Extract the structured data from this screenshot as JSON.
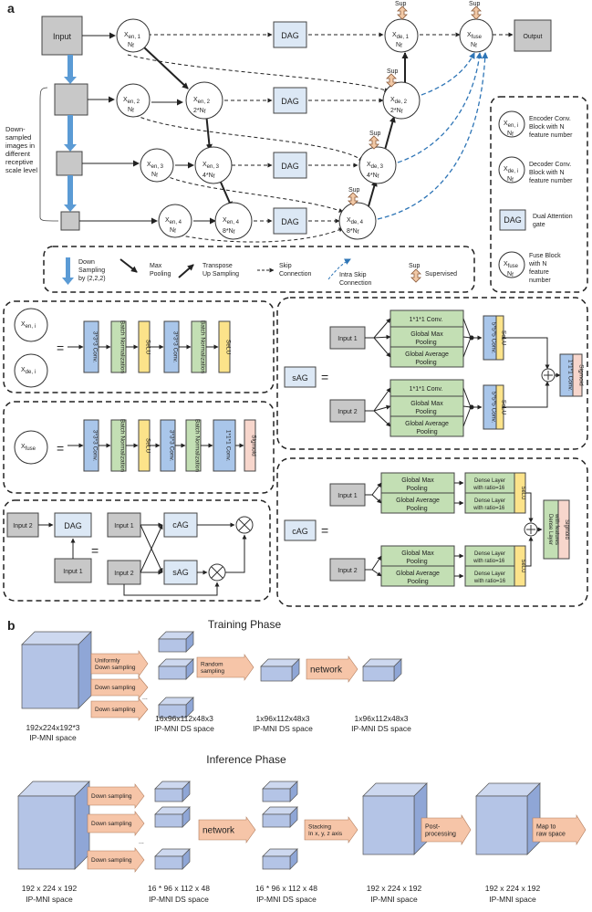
{
  "panel_a": {
    "letter": "a",
    "input": "Input",
    "output": "Output",
    "dag": "DAG",
    "sup": "Sup",
    "enc1": "X",
    "enc1_sub": "en, 1",
    "enc1_nf": "N",
    "enc2a": "X",
    "enc2a_sub": "en, 2",
    "enc2a_nf": "N",
    "enc2b_sub": "en, 2",
    "enc2b_nf": "2*N",
    "enc3a_sub": "en, 3",
    "enc3a_nf": "N",
    "enc3b_sub": "en, 3",
    "enc3b_nf": "4*N",
    "enc4a_sub": "en, 4",
    "enc4a_nf": "N",
    "enc4b_sub": "en, 4",
    "enc4b_nf": "8*N",
    "dec1_sub": "de, 1",
    "dec1_nf": "N",
    "dec2_sub": "de, 2",
    "dec2_nf": "2*N",
    "dec3_sub": "de, 3",
    "dec3_nf": "4*N",
    "dec4_sub": "de, 4",
    "dec4_nf": "8*N",
    "fuse_sub": "fuse",
    "fuse_nf": "N",
    "nf_sub": "f",
    "downsampled_label": [
      "Down-",
      "sampled",
      "images in",
      "different",
      "receptive",
      "scale level"
    ]
  },
  "legend_bottom": {
    "down": [
      "Down",
      "Sampling",
      "by (2,2,2)"
    ],
    "maxpool": [
      "Max",
      "Pooling"
    ],
    "transpose": [
      "Transpose",
      "Up Sampling"
    ],
    "skip": [
      "Skip",
      "Connection"
    ],
    "intra": [
      "Intra Skip",
      "Connection"
    ],
    "sup": "Sup",
    "supervised": "Supervised"
  },
  "legend_right": {
    "enc": [
      "Encoder Conv.",
      "Block with N",
      "feature number"
    ],
    "enc_circle": "X",
    "enc_circle_sub": "en, i",
    "dec": [
      "Decoder Conv.",
      "Block with N",
      "feature number"
    ],
    "dec_circle_sub": "de, i",
    "dag": "DAG",
    "dag_desc": [
      "Dual Attention",
      "gate"
    ],
    "fuse": [
      "Fuse Block",
      "with N",
      "feature",
      "number"
    ],
    "fuse_circle_sub": "fuse",
    "nf": "N",
    "nf_sub": "f"
  },
  "blocks": {
    "conv3": "3*3*3 Conv.",
    "bn": "Batch Normalization",
    "selu": "SeLU",
    "conv1": "1*1*1 Conv.",
    "sigmoid": "Sigmoid",
    "en_sub": "en, i",
    "de_sub": "de, i",
    "fuse_sub": "fuse",
    "eq": "="
  },
  "sag": {
    "label": "sAG",
    "eq": "=",
    "input1": "Input 1",
    "input2": "Input 2",
    "conv1": "1*1*1 Conv.",
    "gmax": [
      "Global Max",
      "Pooling"
    ],
    "gavg": [
      "Global Average",
      "Pooling"
    ],
    "conv5": "5*5*5 Conv.",
    "selu": "SeLU",
    "conv1b": "1*1*1 Conv.",
    "sigmoid": "Sigmoid"
  },
  "dag_detail": {
    "input2": "Input 2",
    "input1": "Input 1",
    "dag": "DAG",
    "eq": "=",
    "r_input1": "Input 1",
    "r_input2": "Input 2",
    "cag": "cAG",
    "sag": "sAG"
  },
  "cag": {
    "label": "cAG",
    "eq": "=",
    "input1": "Input 1",
    "input2": "Input 2",
    "gmax": [
      "Global Max",
      "Pooling"
    ],
    "gavg": [
      "Global Average",
      "Pooling"
    ],
    "dense": [
      "Dense Layer",
      "with ratio=16"
    ],
    "selu": "SeLU",
    "dense_feat": [
      "Dense Layer",
      "with features"
    ],
    "sigmoid": "Sigmoid"
  },
  "panel_b": {
    "letter": "b",
    "training_title": "Training Phase",
    "uniformly": [
      "Uniformly",
      "Down sampling"
    ],
    "down_sampling": "Down sampling",
    "random": [
      "Random",
      "sampling"
    ],
    "network": "network",
    "ellipsis": "...",
    "t_cap1": [
      "192x224x192*3",
      "IP-MNI space"
    ],
    "t_cap2": [
      "16x96x112x48x3",
      "IP-MNI DS space"
    ],
    "t_cap3": [
      "1x96x112x48x3",
      "IP-MNI DS space"
    ],
    "t_cap4": [
      "1x96x112x48x3",
      "IP-MNI DS space"
    ],
    "inference_title": "Inference Phase",
    "stacking": [
      "Stacking",
      "In x, y, z axis"
    ],
    "post": [
      "Post-",
      "processing"
    ],
    "map": [
      "Map to",
      "raw space"
    ],
    "i_cap1": [
      "192 x 224 x 192",
      "IP-MNI space"
    ],
    "i_cap2": [
      "16 * 96 x 112 x 48",
      "IP-MNI DS space"
    ],
    "i_cap3": [
      "16 * 96 x 112 x 48",
      "IP-MNI DS space"
    ],
    "i_cap4": [
      "192 x 224 x 192",
      "IP-MNI space"
    ],
    "i_cap5": [
      "192 x 224 x 192",
      "IP-MNI space"
    ]
  },
  "colors": {
    "gray_box": "#c8c8c8",
    "dag_box": "#dce8f5",
    "conv_blue": "#a9c6ea",
    "bn_green": "#c3dfb4",
    "selu_yellow": "#fce38a",
    "sigmoid_pink": "#f7d6cc",
    "cube_face": "#b4c4e6",
    "arrow_peach": "#f6c5a8",
    "blue_arrow": "#5b9bd5",
    "intra_blue": "#2e75b6"
  }
}
